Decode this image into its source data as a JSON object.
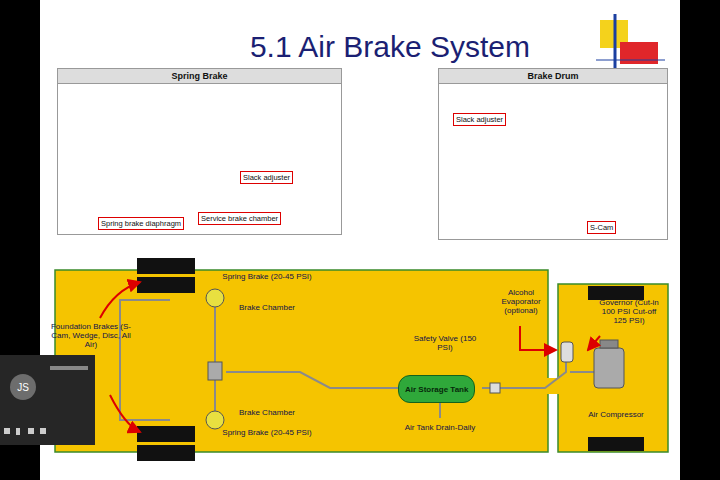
{
  "diagram": {
    "title": "5.1 Air Brake System",
    "nodes": [
      {
        "text": [
          "Spring Brake"
        ]
      },
      {
        "text": [
          "Spring brake diaphragm"
        ],
        "in": 0
      },
      {
        "text": [
          "Service brake chamber"
        ],
        "in": 0
      },
      {
        "text": [
          "Slack adjuster"
        ],
        "in": 0
      },
      {
        "text": [
          "Brake Drum"
        ]
      },
      {
        "text": [
          "Slack adjuster"
        ],
        "in": 4
      },
      {
        "text": [
          "S-Cam"
        ],
        "in": 4
      },
      {
        "text": [
          "Air Storage Tank"
        ]
      },
      {
        "text": [
          "JS"
        ]
      }
    ],
    "labels": [
      "Spring Brake (20-45 PSI)",
      "Brake Chamber",
      "Foundation Brakes (S-Cam, Wedge, Disc, All Air)",
      "Brake Chamber",
      "Spring Brake (20-45 PSI)",
      "Safety Valve (150 PSI)",
      "Air Tank Drain-Daily",
      "Alcohol Evaporator (optional)",
      "Governor (Cut-in 100 PSI Cut-off 125 PSI)",
      "Air Compressor"
    ]
  }
}
